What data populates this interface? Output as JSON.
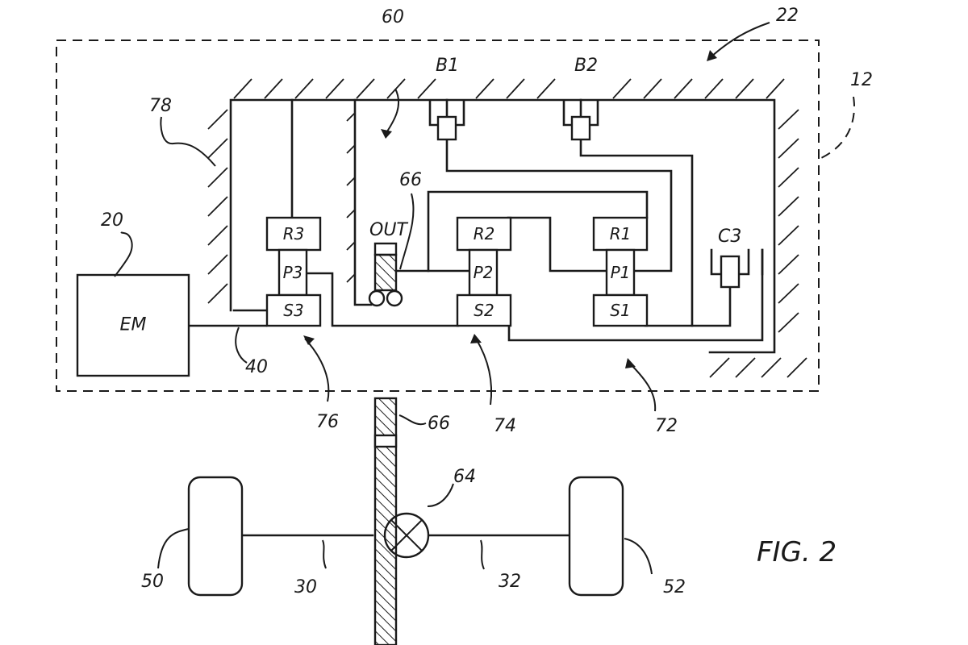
{
  "figure_label": "FIG. 2",
  "components": {
    "electric_machine": "EM",
    "ring_gears": [
      "R3",
      "R2",
      "R1"
    ],
    "planet_carriers": [
      "P3",
      "P2",
      "P1"
    ],
    "sun_gears": [
      "S3",
      "S2",
      "S1"
    ],
    "output": "OUT",
    "brakes": [
      "B1",
      "B2"
    ],
    "clutch": "C3"
  },
  "reference_numerals": {
    "transmission": "22",
    "housing": "12",
    "gear_unit": "60",
    "output_gear_top": "66",
    "output_gear_bottom": "66",
    "casing_wall": "78",
    "machine": "20",
    "shaft": "40",
    "planetary_third": "76",
    "planetary_second": "74",
    "planetary_first": "72",
    "differential": "64",
    "left_wheel": "50",
    "left_axle": "30",
    "right_axle": "32",
    "right_wheel": "52"
  },
  "colors": {
    "ink": "#1a1a1a",
    "background": "#ffffff"
  }
}
